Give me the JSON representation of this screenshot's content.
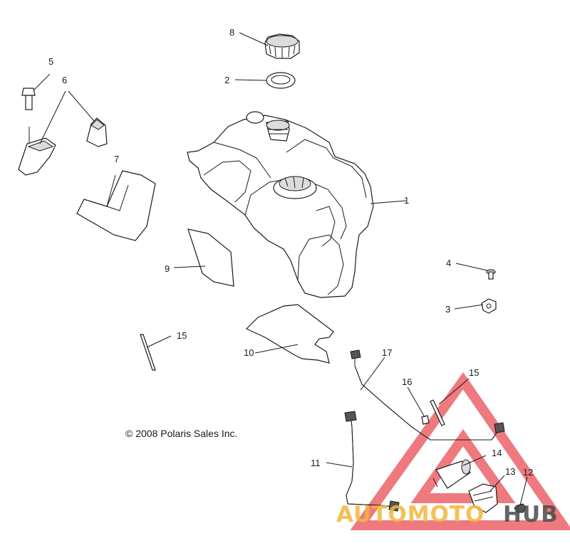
{
  "copyright": "© 2008 Polaris Sales Inc.",
  "callouts": {
    "c1": "1",
    "c2": "2",
    "c3": "3",
    "c4": "4",
    "c5": "5",
    "c6": "6",
    "c7": "7",
    "c8": "8",
    "c9": "9",
    "c10": "10",
    "c11": "11",
    "c12": "12",
    "c13": "13",
    "c14": "14",
    "c15a": "15",
    "c15b": "15",
    "c16": "16",
    "c17": "17"
  },
  "watermark": {
    "part1": "AUTOMOTO",
    "part2": "HUB",
    "color_primary": "#e8474d",
    "color_accent": "#f4b63a",
    "color_dark": "#4a4a4a"
  }
}
